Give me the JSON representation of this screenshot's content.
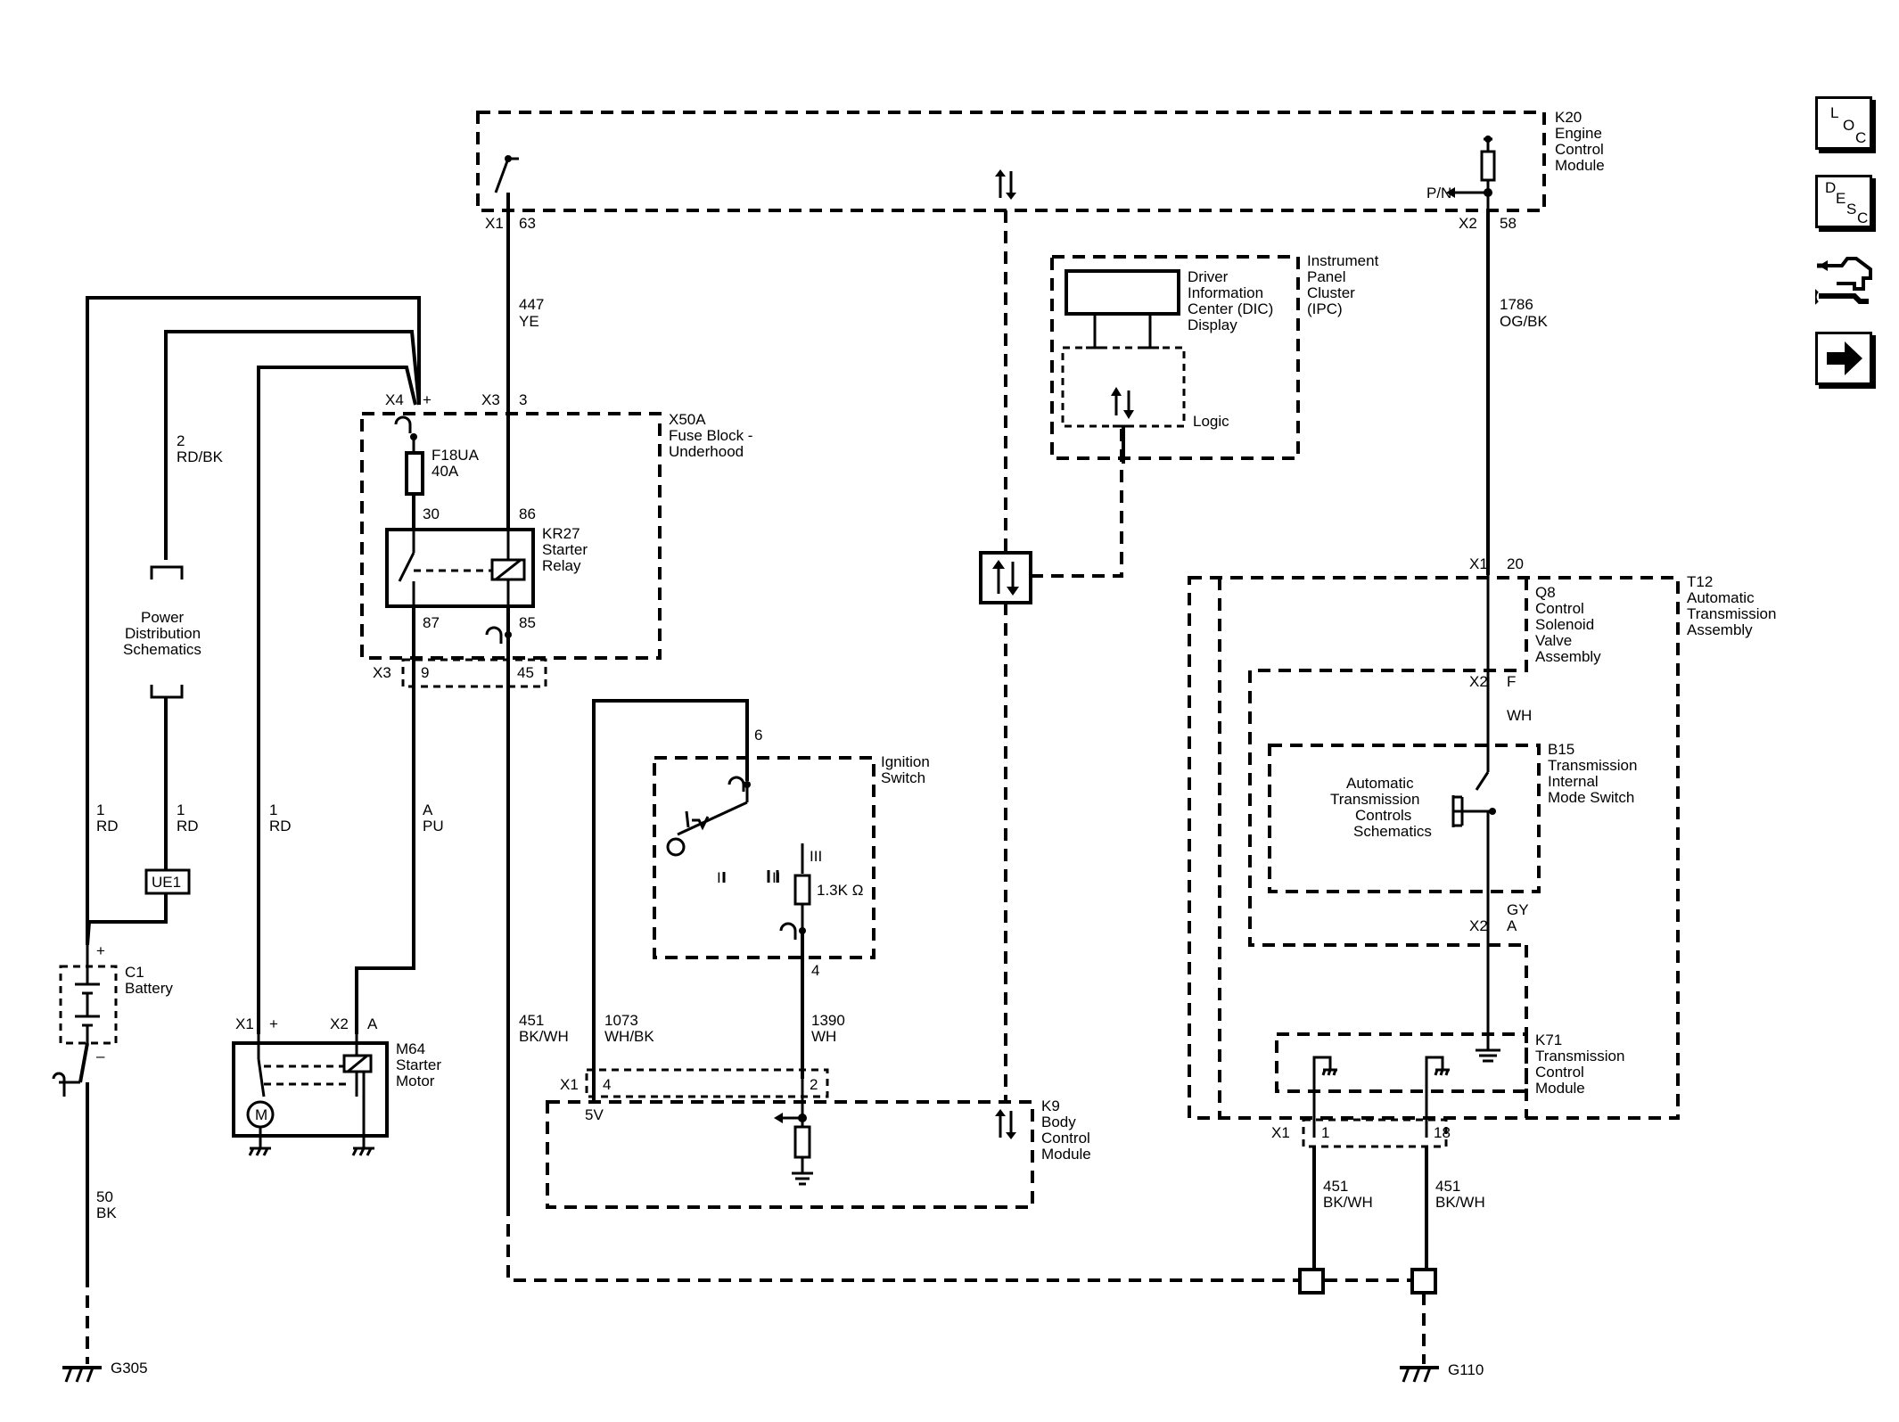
{
  "nav": {
    "loc": [
      "L",
      "O",
      "C"
    ],
    "desc": [
      "D",
      "E",
      "S",
      "C"
    ]
  },
  "modules": {
    "k20": [
      "K20",
      "Engine",
      "Control",
      "Module"
    ],
    "x50a": [
      "X50A",
      "Fuse Block -",
      "Underhood"
    ],
    "kr27": [
      "KR27",
      "Starter",
      "Relay"
    ],
    "f18ua": [
      "F18UA",
      "40A"
    ],
    "ipc": [
      "Instrument",
      "Panel",
      "Cluster",
      "(IPC)"
    ],
    "dic": [
      "Driver",
      "Information",
      "Center (DIC)",
      "Display"
    ],
    "logic": "Logic",
    "pds": [
      "Power",
      "Distribution",
      "Schematics"
    ],
    "ue1": "UE1",
    "c1": [
      "C1",
      "Battery"
    ],
    "m64": [
      "M64",
      "Starter",
      "Motor"
    ],
    "motor_m": "M",
    "ignition": [
      "Ignition",
      "Switch"
    ],
    "k9": [
      "K9",
      "Body",
      "Control",
      "Module"
    ],
    "t12": [
      "T12",
      "Automatic",
      "Transmission",
      "Assembly"
    ],
    "q8": [
      "Q8",
      "Control",
      "Solenoid",
      "Valve",
      "Assembly"
    ],
    "b15": [
      "B15",
      "Transmission",
      "Internal",
      "Mode Switch"
    ],
    "atc": [
      "Automatic",
      "Transmission",
      "Controls",
      "Schematics"
    ],
    "k71": [
      "K71",
      "Transmission",
      "Control",
      "Module"
    ]
  },
  "connectors": {
    "x1": "X1",
    "x2": "X2",
    "x3": "X3",
    "x4": "X4",
    "pin63": "63",
    "pin58": "58",
    "pin3": "3",
    "plus": "+",
    "minus": "–",
    "pin30": "30",
    "pin86": "86",
    "pin87": "87",
    "pin85": "85",
    "pin9": "9",
    "pin45": "45",
    "pin6": "6",
    "pin4": "4",
    "pin2": "2",
    "pin20": "20",
    "pinF": "F",
    "pinA": "A",
    "pin1": "1",
    "pin18": "18",
    "pn": "P/N",
    "five_v": "5V",
    "pos_I": "I",
    "pos_II": "II",
    "pos_III": "III",
    "res": "1.3K Ω"
  },
  "wires": {
    "w447": [
      "447",
      "YE"
    ],
    "w1786": [
      "1786",
      "OG/BK"
    ],
    "w2": [
      "2",
      "RD/BK"
    ],
    "w1rd_a": [
      "1",
      "RD"
    ],
    "w1rd_b": [
      "1",
      "RD"
    ],
    "w1rd_c": [
      "1",
      "RD"
    ],
    "wApu": [
      "A",
      "PU"
    ],
    "w451a": [
      "451",
      "BK/WH"
    ],
    "w1073": [
      "1073",
      "WH/BK"
    ],
    "w1390": [
      "1390",
      "WH"
    ],
    "wWH": "WH",
    "wGY": [
      "GY",
      "A"
    ],
    "w451b": [
      "451",
      "BK/WH"
    ],
    "w451c": [
      "451",
      "BK/WH"
    ],
    "w50": [
      "50",
      "BK"
    ]
  },
  "grounds": {
    "g305": "G305",
    "g110": "G110"
  }
}
